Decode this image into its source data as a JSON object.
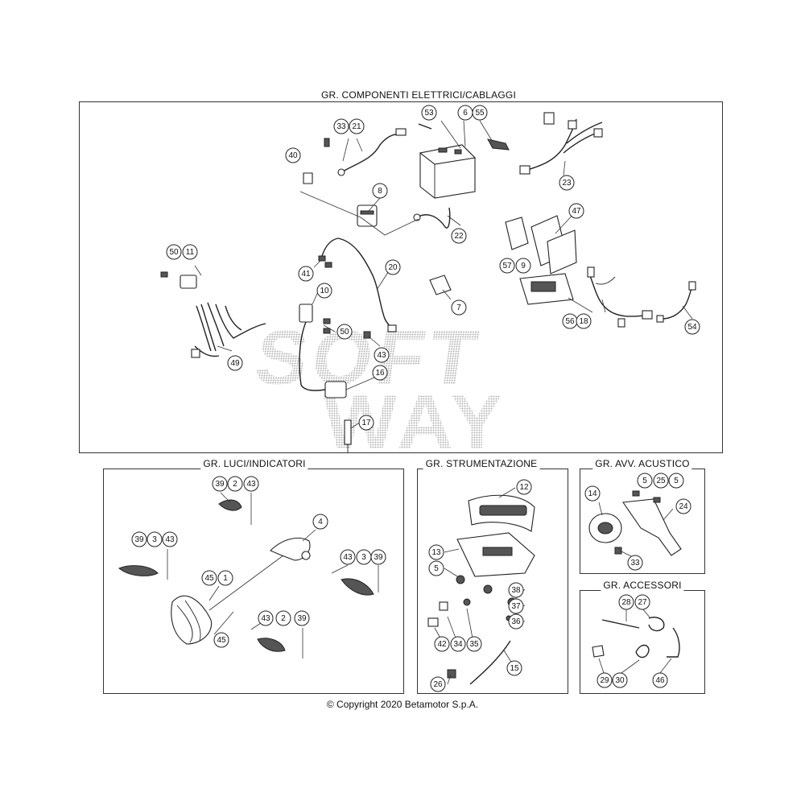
{
  "groups": {
    "electrical": {
      "title": "GR. COMPONENTI ELETTRICI/CABLAGGI"
    },
    "lights": {
      "title": "GR. LUCI/INDICATORI"
    },
    "instruments": {
      "title": "GR. STRUMENTAZIONE"
    },
    "horn": {
      "title": "GR. AVV. ACUSTICO"
    },
    "accessories": {
      "title": "GR. ACCESSORI"
    }
  },
  "watermark": {
    "line1": "SOFT",
    "line2": "WAY"
  },
  "copyright": "© Copyright 2020 Betamotor S.p.A.",
  "callouts": {
    "electrical": [
      "53",
      "6",
      "55",
      "33",
      "21",
      "40",
      "8",
      "23",
      "47",
      "22",
      "50",
      "11",
      "20",
      "57",
      "9",
      "41",
      "7",
      "10",
      "50",
      "56",
      "18",
      "54",
      "49",
      "43",
      "16",
      "17"
    ],
    "lights": [
      "39",
      "2",
      "43",
      "4",
      "39",
      "3",
      "43",
      "43",
      "3",
      "39",
      "45",
      "1",
      "45",
      "43",
      "2",
      "39"
    ],
    "instruments": [
      "12",
      "13",
      "5",
      "38",
      "37",
      "36",
      "42",
      "34",
      "35",
      "15",
      "26"
    ],
    "horn": [
      "5",
      "25",
      "5",
      "14",
      "24",
      "33"
    ],
    "accessories": [
      "28",
      "27",
      "29",
      "30",
      "46"
    ]
  },
  "colors": {
    "line": "#222222",
    "background": "#ffffff",
    "watermark": "#b9b9b9"
  }
}
